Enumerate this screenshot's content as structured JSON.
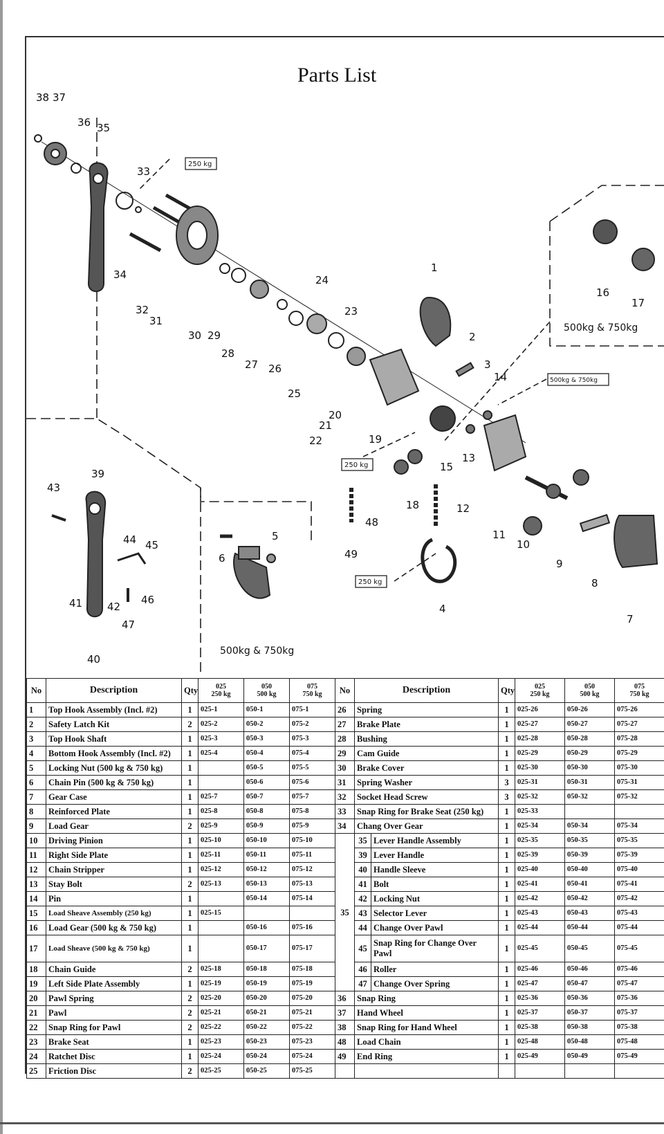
{
  "document": {
    "title": "Parts List"
  },
  "diagram": {
    "callouts": [
      "1",
      "2",
      "3",
      "4",
      "5",
      "6",
      "7",
      "8",
      "9",
      "10",
      "11",
      "12",
      "13",
      "14",
      "15",
      "16",
      "17",
      "18",
      "19",
      "20",
      "21",
      "22",
      "23",
      "24",
      "25",
      "26",
      "27",
      "28",
      "29",
      "30",
      "31",
      "32",
      "33",
      "34",
      "35",
      "36",
      "37",
      "38",
      "39",
      "40",
      "41",
      "42",
      "43",
      "44",
      "45",
      "46",
      "47",
      "48",
      "49"
    ],
    "capacity_tags": {
      "tag_250_top": "250 kg",
      "tag_250_mid": "250 kg",
      "tag_250_low": "250 kg",
      "tag_500_750_box": "500kg & 750kg",
      "tag_500_750_right": "500kg & 750kg",
      "tag_500_750_inset": "500kg & 750kg"
    }
  },
  "table": {
    "headers": {
      "no": "No",
      "description": "Description",
      "qty": "Qty",
      "c025_code": "025",
      "c025_cap": "250 kg",
      "c050_code": "050",
      "c050_cap": "500 kg",
      "c075_code": "075",
      "c075_cap": "750 kg"
    },
    "left_rows": [
      {
        "no": "1",
        "desc": "Top Hook Assembly (Incl. #2)",
        "qty": "1",
        "c025": "025-1",
        "c050": "050-1",
        "c075": "075-1"
      },
      {
        "no": "2",
        "desc": "Safety Latch Kit",
        "qty": "2",
        "c025": "025-2",
        "c050": "050-2",
        "c075": "075-2"
      },
      {
        "no": "3",
        "desc": "Top Hook Shaft",
        "qty": "1",
        "c025": "025-3",
        "c050": "050-3",
        "c075": "075-3"
      },
      {
        "no": "4",
        "desc": "Bottom Hook Assembly (Incl. #2)",
        "qty": "1",
        "c025": "025-4",
        "c050": "050-4",
        "c075": "075-4"
      },
      {
        "no": "5",
        "desc": "Locking Nut (500 kg & 750 kg)",
        "qty": "1",
        "c025": "",
        "c050": "050-5",
        "c075": "075-5"
      },
      {
        "no": "6",
        "desc": "Chain Pin  (500 kg & 750 kg)",
        "qty": "1",
        "c025": "",
        "c050": "050-6",
        "c075": "075-6"
      },
      {
        "no": "7",
        "desc": "Gear Case",
        "qty": "1",
        "c025": "025-7",
        "c050": "050-7",
        "c075": "075-7"
      },
      {
        "no": "8",
        "desc": "Reinforced Plate",
        "qty": "1",
        "c025": "025-8",
        "c050": "050-8",
        "c075": "075-8"
      },
      {
        "no": "9",
        "desc": "Load Gear",
        "qty": "2",
        "c025": "025-9",
        "c050": "050-9",
        "c075": "075-9"
      },
      {
        "no": "10",
        "desc": "Driving Pinion",
        "qty": "1",
        "c025": "025-10",
        "c050": "050-10",
        "c075": "075-10"
      },
      {
        "no": "11",
        "desc": "Right Side Plate",
        "qty": "1",
        "c025": "025-11",
        "c050": "050-11",
        "c075": "075-11"
      },
      {
        "no": "12",
        "desc": "Chain Stripper",
        "qty": "1",
        "c025": "025-12",
        "c050": "050-12",
        "c075": "075-12"
      },
      {
        "no": "13",
        "desc": "Stay Bolt",
        "qty": "2",
        "c025": "025-13",
        "c050": "050-13",
        "c075": "075-13"
      },
      {
        "no": "14",
        "desc": "Pin",
        "qty": "1",
        "c025": "",
        "c050": "050-14",
        "c075": "075-14"
      },
      {
        "no": "15",
        "desc": "Load Sheave Assembly (250 kg)",
        "qty": "1",
        "c025": "025-15",
        "c050": "",
        "c075": ""
      },
      {
        "no": "16",
        "desc": "Load Gear (500 kg & 750 kg)",
        "qty": "1",
        "c025": "",
        "c050": "050-16",
        "c075": "075-16"
      },
      {
        "no": "17",
        "desc": "Load Sheave (500 kg & 750 kg)",
        "qty": "1",
        "c025": "",
        "c050": "050-17",
        "c075": "075-17"
      },
      {
        "no": "18",
        "desc": "Chain Guide",
        "qty": "2",
        "c025": "025-18",
        "c050": "050-18",
        "c075": "075-18"
      },
      {
        "no": "19",
        "desc": "Left Side Plate Assembly",
        "qty": "1",
        "c025": "025-19",
        "c050": "050-19",
        "c075": "075-19"
      },
      {
        "no": "20",
        "desc": "Pawl Spring",
        "qty": "2",
        "c025": "025-20",
        "c050": "050-20",
        "c075": "075-20"
      },
      {
        "no": "21",
        "desc": "Pawl",
        "qty": "2",
        "c025": "025-21",
        "c050": "050-21",
        "c075": "075-21"
      },
      {
        "no": "22",
        "desc": "Snap Ring for Pawl",
        "qty": "2",
        "c025": "025-22",
        "c050": "050-22",
        "c075": "075-22"
      },
      {
        "no": "23",
        "desc": "Brake Seat",
        "qty": "1",
        "c025": "025-23",
        "c050": "050-23",
        "c075": "075-23"
      },
      {
        "no": "24",
        "desc": "Ratchet Disc",
        "qty": "1",
        "c025": "025-24",
        "c050": "050-24",
        "c075": "075-24"
      },
      {
        "no": "25",
        "desc": "Friction Disc",
        "qty": "2",
        "c025": "025-25",
        "c050": "050-25",
        "c075": "075-25"
      }
    ],
    "right_rows": [
      {
        "no": "26",
        "desc": "Spring",
        "qty": "1",
        "c025": "025-26",
        "c050": "050-26",
        "c075": "075-26"
      },
      {
        "no": "27",
        "desc": "Brake Plate",
        "qty": "1",
        "c025": "025-27",
        "c050": "050-27",
        "c075": "075-27"
      },
      {
        "no": "28",
        "desc": "Bushing",
        "qty": "1",
        "c025": "025-28",
        "c050": "050-28",
        "c075": "075-28"
      },
      {
        "no": "29",
        "desc": "Cam Guide",
        "qty": "1",
        "c025": "025-29",
        "c050": "050-29",
        "c075": "075-29"
      },
      {
        "no": "30",
        "desc": "Brake Cover",
        "qty": "1",
        "c025": "025-30",
        "c050": "050-30",
        "c075": "075-30"
      },
      {
        "no": "31",
        "desc": "Spring Washer",
        "qty": "3",
        "c025": "025-31",
        "c050": "050-31",
        "c075": "075-31"
      },
      {
        "no": "32",
        "desc": "Socket Head Screw",
        "qty": "3",
        "c025": "025-32",
        "c050": "050-32",
        "c075": "075-32"
      },
      {
        "no": "33",
        "desc": "Snap Ring for Brake Seat (250 kg)",
        "qty": "1",
        "c025": "025-33",
        "c050": "",
        "c075": ""
      },
      {
        "no": "34",
        "desc": "Chang Over Gear",
        "qty": "1",
        "c025": "025-34",
        "c050": "050-34",
        "c075": "075-34"
      }
    ],
    "group_35": {
      "no": "35",
      "rows": [
        {
          "no": "35",
          "desc": "Lever Handle Assembly",
          "qty": "1",
          "c025": "025-35",
          "c050": "050-35",
          "c075": "075-35"
        },
        {
          "no": "39",
          "desc": "Lever Handle",
          "qty": "1",
          "c025": "025-39",
          "c050": "050-39",
          "c075": "075-39"
        },
        {
          "no": "40",
          "desc": "Handle Sleeve",
          "qty": "1",
          "c025": "025-40",
          "c050": "050-40",
          "c075": "075-40"
        },
        {
          "no": "41",
          "desc": "Bolt",
          "qty": "1",
          "c025": "025-41",
          "c050": "050-41",
          "c075": "075-41"
        },
        {
          "no": "42",
          "desc": "Locking Nut",
          "qty": "1",
          "c025": "025-42",
          "c050": "050-42",
          "c075": "075-42"
        },
        {
          "no": "43",
          "desc": "Selector Lever",
          "qty": "1",
          "c025": "025-43",
          "c050": "050-43",
          "c075": "075-43"
        },
        {
          "no": "44",
          "desc": "Change Over Pawl",
          "qty": "1",
          "c025": "025-44",
          "c050": "050-44",
          "c075": "075-44"
        },
        {
          "no": "45",
          "desc": "Snap Ring for Change Over Pawl",
          "qty": "1",
          "c025": "025-45",
          "c050": "050-45",
          "c075": "075-45"
        },
        {
          "no": "46",
          "desc": "Roller",
          "qty": "1",
          "c025": "025-46",
          "c050": "050-46",
          "c075": "075-46"
        },
        {
          "no": "47",
          "desc": "Change Over Spring",
          "qty": "1",
          "c025": "025-47",
          "c050": "050-47",
          "c075": "075-47"
        }
      ]
    },
    "tail_rows": [
      {
        "no": "36",
        "desc": "Snap Ring",
        "qty": "1",
        "c025": "025-36",
        "c050": "050-36",
        "c075": "075-36"
      },
      {
        "no": "37",
        "desc": "Hand Wheel",
        "qty": "1",
        "c025": "025-37",
        "c050": "050-37",
        "c075": "075-37"
      },
      {
        "no": "38",
        "desc": "Snap Ring for Hand Wheel",
        "qty": "1",
        "c025": "025-38",
        "c050": "050-38",
        "c075": "075-38"
      },
      {
        "no": "48",
        "desc": "Load Chain",
        "qty": "1",
        "c025": "025-48",
        "c050": "050-48",
        "c075": "075-48"
      },
      {
        "no": "49",
        "desc": "End Ring",
        "qty": "1",
        "c025": "025-49",
        "c050": "050-49",
        "c075": "075-49"
      }
    ]
  }
}
